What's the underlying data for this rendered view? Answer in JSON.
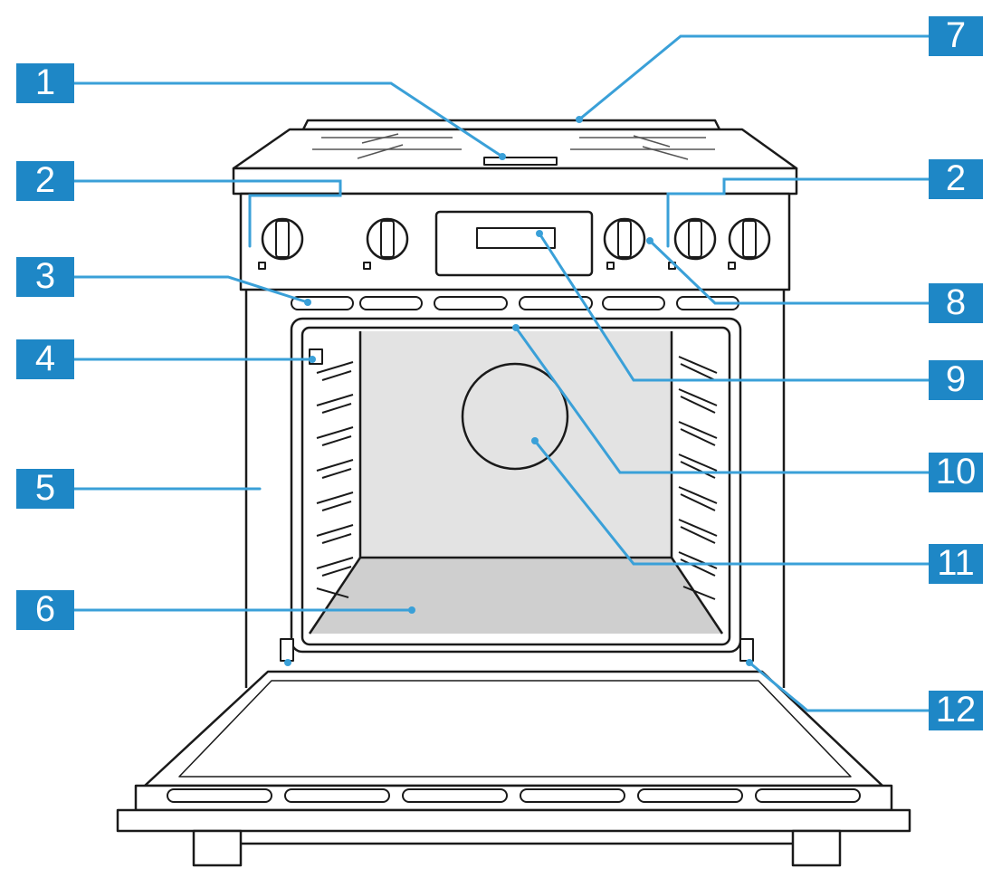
{
  "callouts": [
    {
      "number": "1"
    },
    {
      "number": "2"
    },
    {
      "number": "2"
    },
    {
      "number": "3"
    },
    {
      "number": "4"
    },
    {
      "number": "5"
    },
    {
      "number": "6"
    },
    {
      "number": "7"
    },
    {
      "number": "8"
    },
    {
      "number": "9"
    },
    {
      "number": "10"
    },
    {
      "number": "11"
    },
    {
      "number": "12"
    }
  ],
  "colors": {
    "callout_fill": "#1e87c6",
    "leader_line": "#3aa0d8",
    "outline": "#1a1a1a",
    "cavity_back": "#e3e3e3",
    "cavity_floor": "#cfcfcf"
  }
}
